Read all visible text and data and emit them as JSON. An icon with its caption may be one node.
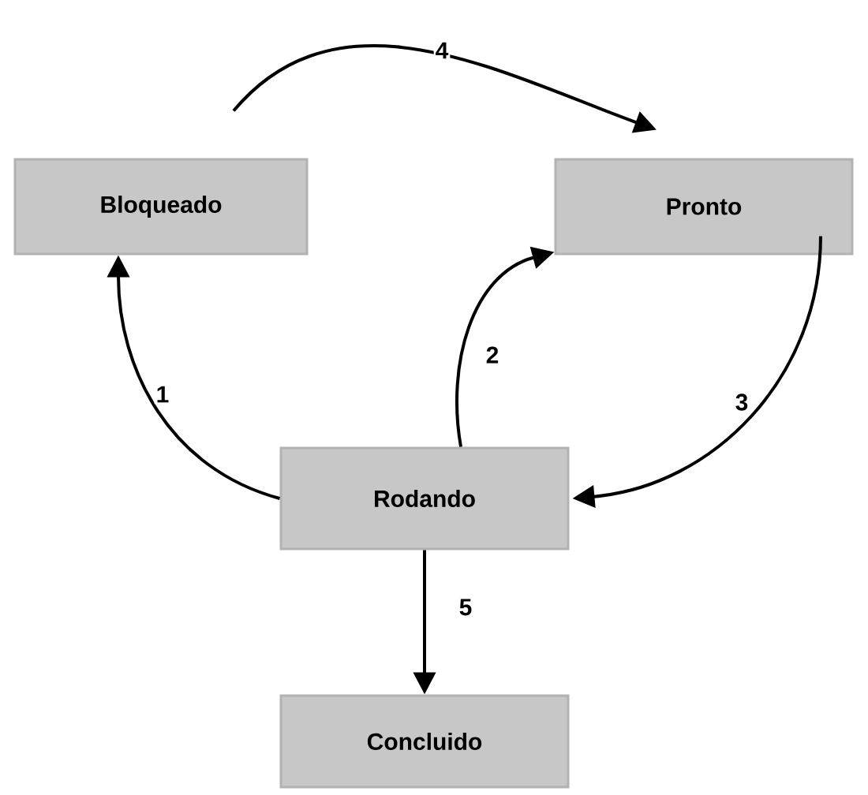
{
  "diagram": {
    "nodes": [
      {
        "text": [
          "Bloqueado"
        ]
      },
      {
        "text": [
          "Pronto"
        ]
      },
      {
        "text": [
          "Rodando"
        ]
      },
      {
        "text": [
          "Concluido"
        ]
      }
    ],
    "edges": [
      {
        "from": 2,
        "to": 0,
        "arrow": "to",
        "label": "1"
      },
      {
        "from": 2,
        "to": 1,
        "arrow": "to",
        "label": "2"
      },
      {
        "from": 1,
        "to": 2,
        "arrow": "to",
        "label": "3"
      },
      {
        "from": 0,
        "to": 1,
        "arrow": "to",
        "label": "4"
      },
      {
        "from": 2,
        "to": 3,
        "arrow": "to",
        "label": "5"
      }
    ]
  }
}
